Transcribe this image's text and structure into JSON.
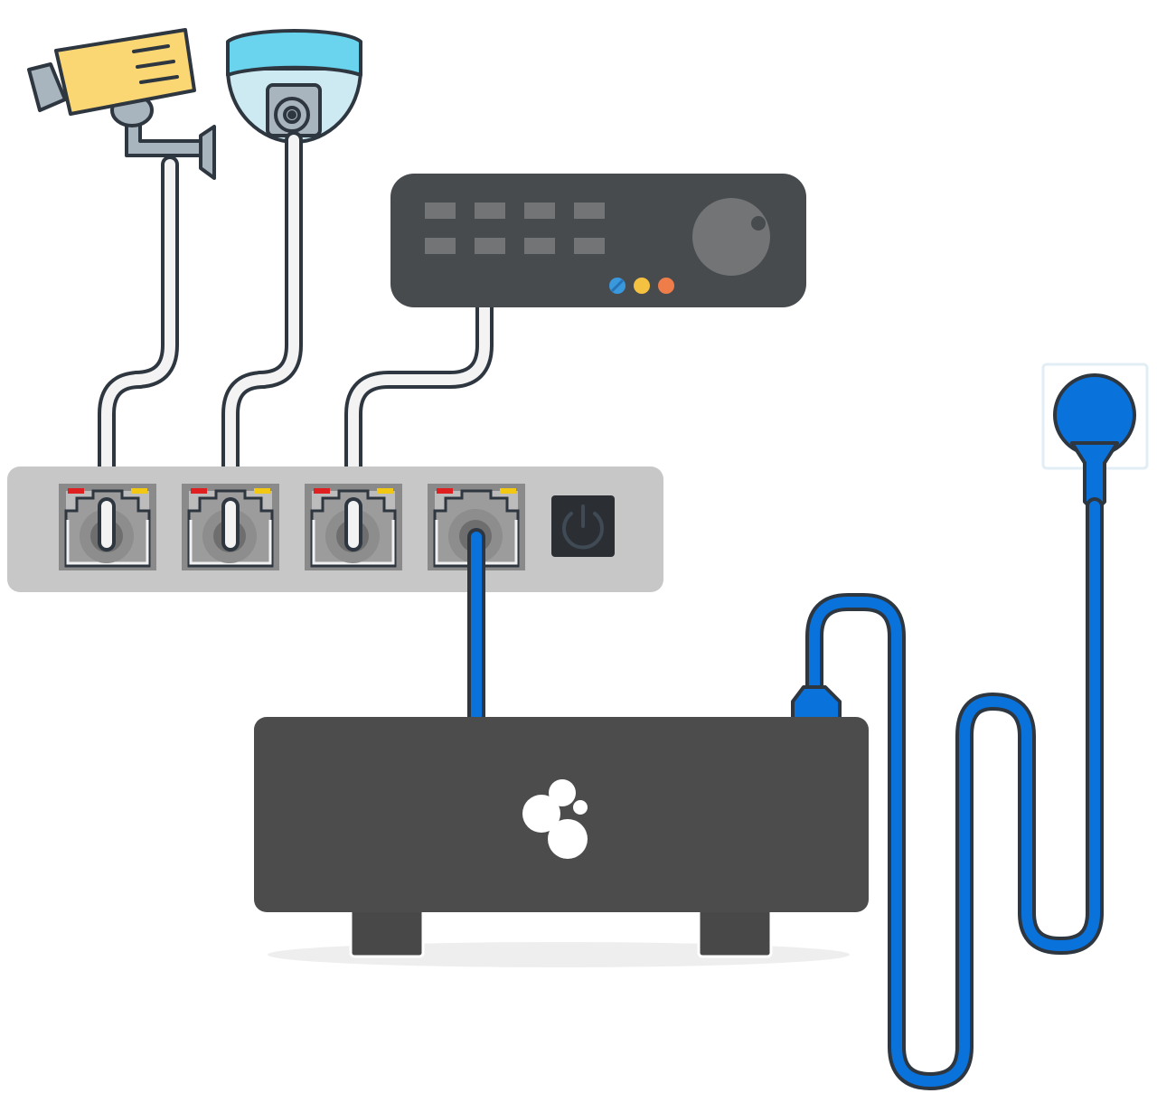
{
  "scene": {
    "devices": [
      {
        "id": "bullet-camera",
        "kind": "camera"
      },
      {
        "id": "dome-camera",
        "kind": "camera"
      },
      {
        "id": "dvr-recorder",
        "kind": "recorder"
      },
      {
        "id": "network-switch",
        "kind": "switch",
        "port_count": 4
      },
      {
        "id": "nvr-server",
        "kind": "server"
      },
      {
        "id": "wall-outlet",
        "kind": "power"
      }
    ],
    "connections": [
      {
        "from": "bullet-camera",
        "to": "network-switch",
        "port": 1,
        "cable": "ethernet"
      },
      {
        "from": "dome-camera",
        "to": "network-switch",
        "port": 2,
        "cable": "ethernet"
      },
      {
        "from": "dvr-recorder",
        "to": "network-switch",
        "port": 3,
        "cable": "ethernet"
      },
      {
        "from": "nvr-server",
        "to": "network-switch",
        "port": 4,
        "cable": "ethernet"
      },
      {
        "from": "nvr-server",
        "to": "wall-outlet",
        "cable": "power"
      }
    ],
    "recorder": {
      "status_leds": [
        "blue",
        "yellow",
        "orange"
      ],
      "button_count": 8
    },
    "icons": [
      "power-icon",
      "bubbles-logo-icon"
    ]
  },
  "colors": {
    "outline": "#2e3640",
    "camera_body": "#fbd774",
    "camera_metal": "#a8b4be",
    "dome_cap": "#6ad4ee",
    "dome_body": "#cdeaf2",
    "cable_white": "#f3f3f3",
    "cable_blue": "#0a72db",
    "switch_body": "#c7c7c7",
    "port_frame": "#8a8a8a",
    "led_red": "#e02020",
    "led_yellow": "#f2c813",
    "recorder_body": "#484b4e",
    "recorder_button": "#727476",
    "server_body": "#4c4c4c",
    "outlet_frame": "#e8f3f8",
    "plug_blue": "#0a72db"
  }
}
